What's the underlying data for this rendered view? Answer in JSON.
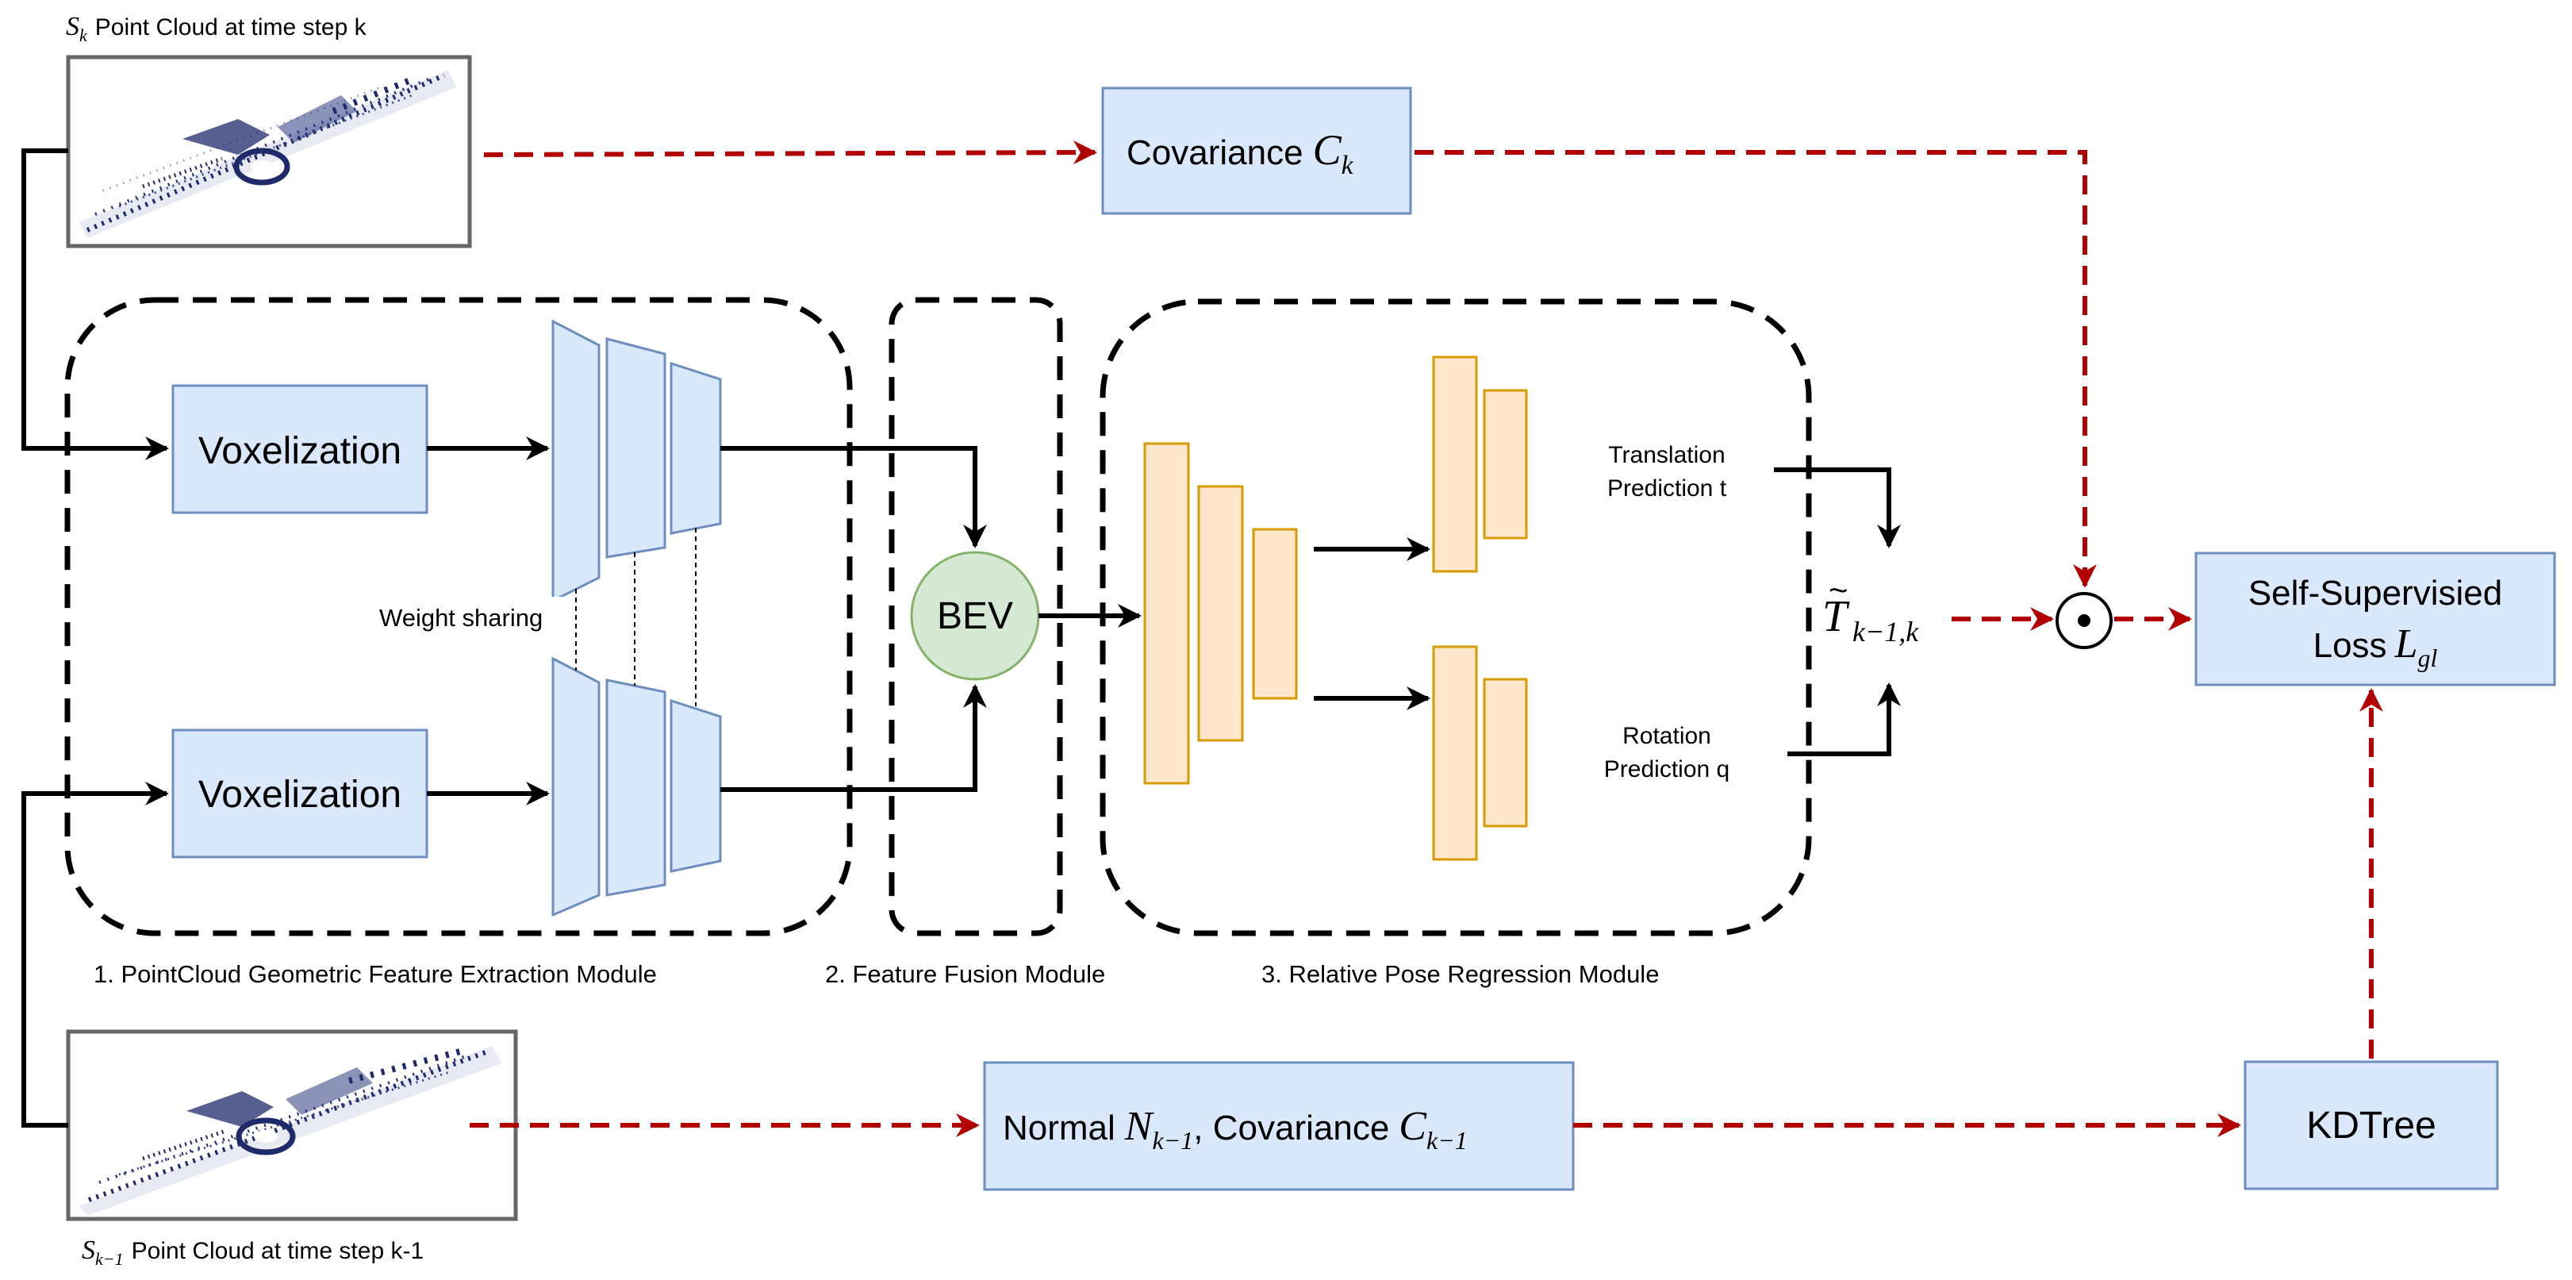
{
  "point_cloud_top": {
    "symbol": "S",
    "subscript": "k",
    "caption": "Point Cloud at time step k"
  },
  "point_cloud_bottom": {
    "symbol": "S",
    "subscript": "k−1",
    "caption": "Point Cloud at time step k-1"
  },
  "covariance_top": {
    "label": "Covariance",
    "symbol": "C",
    "subscript": "k"
  },
  "voxelization_top": "Voxelization",
  "voxelization_bottom": "Voxelization",
  "weight_sharing": "Weight sharing",
  "bev": "BEV",
  "translation_prediction": {
    "line1": "Translation",
    "line2": "Prediction t"
  },
  "rotation_prediction": {
    "line1": "Rotation",
    "line2": "Prediction q"
  },
  "transform": {
    "symbol": "T",
    "accent": "~",
    "subscript": "k−1,k"
  },
  "odot": "⊙",
  "loss": {
    "line1": "Self-Supervisied",
    "line2_text": "Loss",
    "symbol": "L",
    "subscript": "gl"
  },
  "normal_covariance": {
    "label1": "Normal",
    "sym1": "N",
    "sub1": "k−1",
    "label2": ", Covariance",
    "sym2": "C",
    "sub2": "k−1"
  },
  "kdtree": "KDTree",
  "module_labels": {
    "m1": "1. PointCloud Geometric Feature Extraction Module",
    "m2": "2. Feature Fusion Module",
    "m3": "3. Relative Pose Regression Module"
  },
  "colors": {
    "blue_fill": "#dae8fc",
    "blue_stroke": "#6c8ebf",
    "orange_fill": "#ffe6cc",
    "orange_stroke": "#d79b00",
    "green_fill": "#d5e8d4",
    "green_stroke": "#82b366",
    "red_dash": "#b20000",
    "point_cloud": "#1f2a6b"
  }
}
